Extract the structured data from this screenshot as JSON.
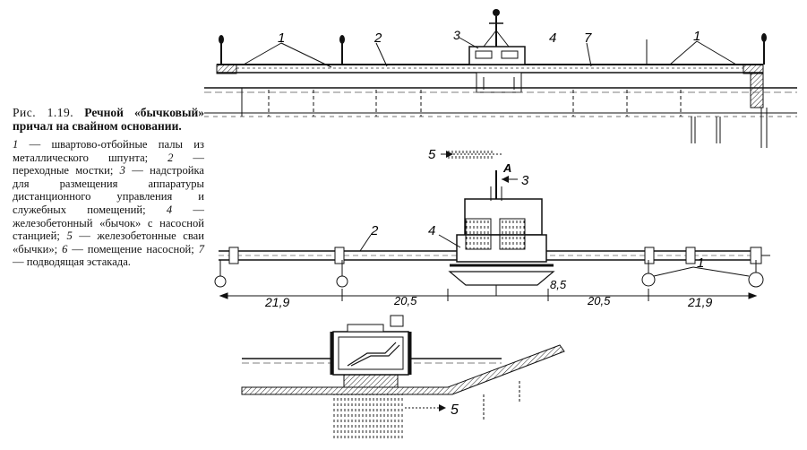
{
  "caption": {
    "figure_number": "Рис. 1.19.",
    "title": "Речной «бычковый» причал на свайном основании.",
    "legend": [
      {
        "num": "1",
        "text": "швартово-отбойные палы из металлического шпунта;"
      },
      {
        "num": "2",
        "text": "переходные мостки;"
      },
      {
        "num": "3",
        "text": "надстройка для размещения аппаратуры дистанционного управления и служебных помещений;"
      },
      {
        "num": "4",
        "text": "железобетонный «бычок» с насосной станцией;"
      },
      {
        "num": "5",
        "text": "железобетонные сваи «бычки»;"
      },
      {
        "num": "6",
        "text": "помещение насосной;"
      },
      {
        "num": "7",
        "text": "подводящая эстакада."
      }
    ]
  },
  "elevation": {
    "labels": {
      "l1_left": "1",
      "l2_left": "2",
      "l3": "3",
      "l4": "4",
      "l7": "7",
      "l1_right": "1",
      "l5": "5"
    }
  },
  "plan": {
    "labels": {
      "a": "А",
      "l3": "3",
      "l2": "2",
      "l4": "4",
      "l1": "1"
    },
    "dimensions": {
      "d1": "21,9",
      "d2": "20,5",
      "d3": "8,5",
      "d4": "20,5",
      "d5": "21,9"
    }
  },
  "section": {
    "labels": {
      "l5": "5"
    }
  }
}
